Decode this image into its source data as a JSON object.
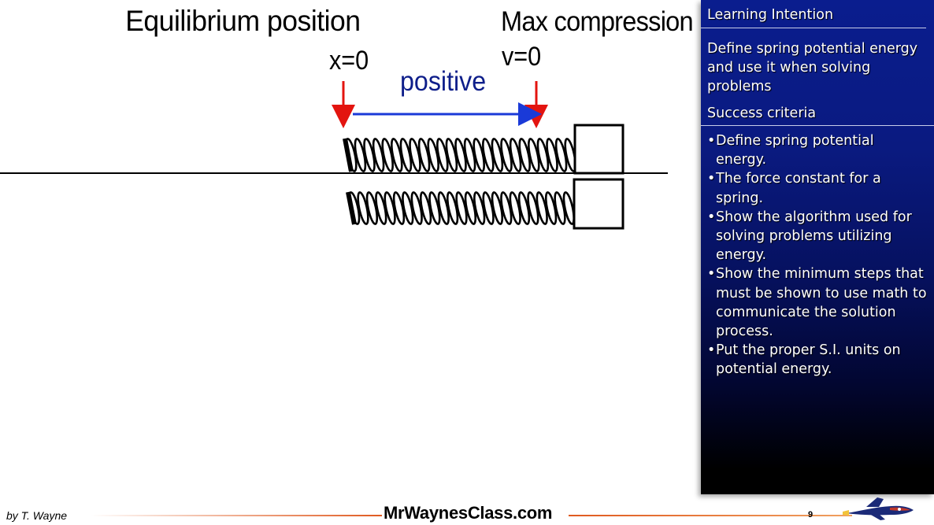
{
  "diagram": {
    "equilibrium_title": "Equilibrium position",
    "max_title": "Max compression",
    "x_label": "x=0",
    "v_label": "v=0",
    "direction_label": "positive",
    "colors": {
      "marker_arrows": "#e3140f",
      "direction_arrow": "#1a3ad8",
      "direction_text": "#0e1e8a"
    }
  },
  "panel": {
    "intent_heading": "Learning Intention",
    "intent_text": "Define spring potential energy and use it when solving problems",
    "criteria_heading": "Success criteria",
    "criteria": [
      "Define spring potential energy.",
      "The force constant for a spring.",
      "Show the algorithm used for solving problems utilizing energy.",
      "Show the minimum steps that must be shown to use math to communicate the solution process.",
      "Put the proper S.I. units on potential energy."
    ],
    "colors": {
      "top": "#0a1d8e",
      "bottom": "#000000"
    }
  },
  "footer": {
    "author": "by T. Wayne",
    "site": "MrWaynesClass.com",
    "page": "9"
  }
}
